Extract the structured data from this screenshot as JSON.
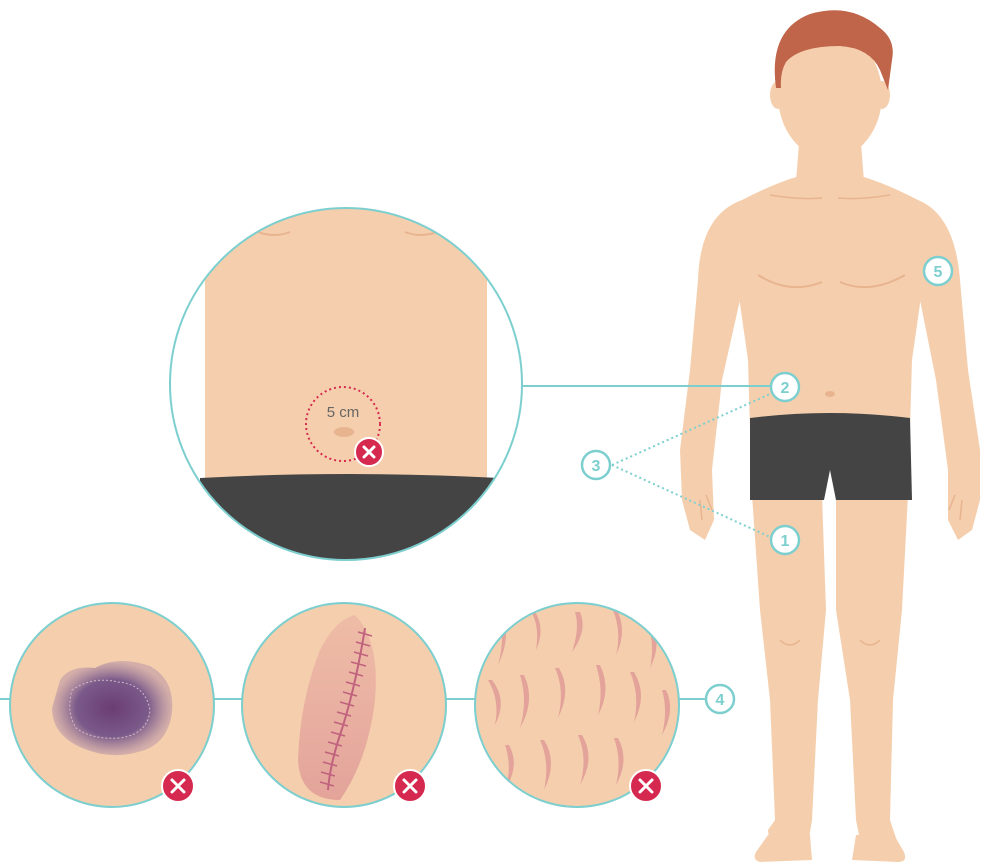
{
  "labels": {
    "marker_1": "1",
    "marker_2": "2",
    "marker_3": "3",
    "marker_4": "4",
    "marker_5": "5",
    "navel_distance": "5 cm"
  },
  "colors": {
    "skin": "#f5cfad",
    "skin_shadow": "#e8b48f",
    "hair": "#c0654a",
    "underwear": "#444444",
    "teal": "#7dcfcf",
    "avoid_red": "#d6294f",
    "bruise": "#5c3a6e",
    "scar": "#c0627e"
  },
  "icons": {
    "avoid": "cross-circle-icon"
  }
}
